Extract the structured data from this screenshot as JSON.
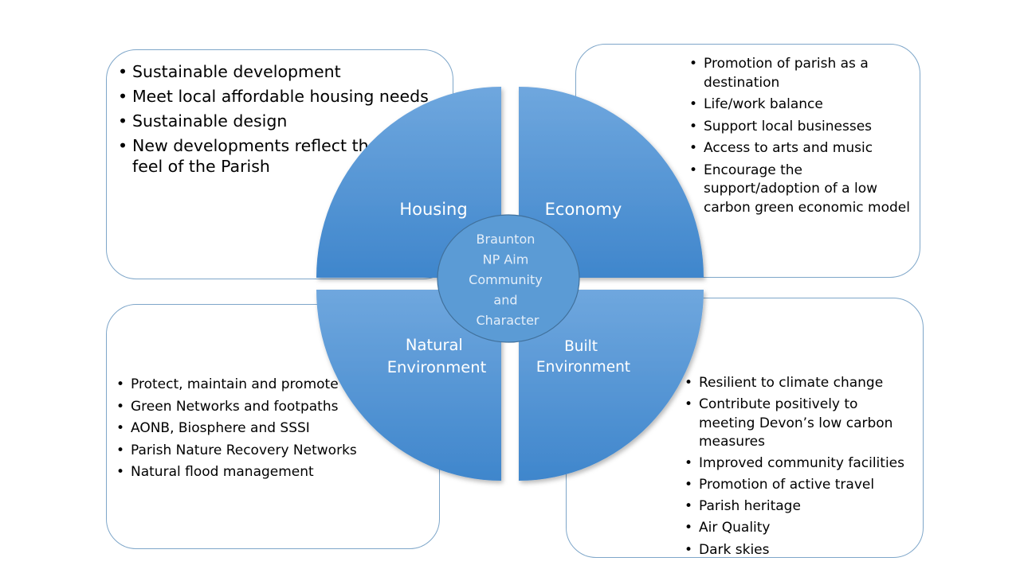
{
  "center": {
    "lines": [
      "Braunton",
      "NP Aim",
      "Community",
      "and",
      "Character"
    ]
  },
  "quadrants": {
    "housing": {
      "label_lines": [
        "Housing"
      ]
    },
    "economy": {
      "label_lines": [
        "Economy"
      ]
    },
    "natural": {
      "label_lines": [
        "Natural",
        "Environment"
      ]
    },
    "built": {
      "label_lines": [
        "Built",
        "Environment"
      ]
    }
  },
  "panels": {
    "housing": {
      "items": [
        "Sustainable development",
        "Meet local affordable housing needs",
        "Sustainable design",
        "New developments reflect the rural feel of the Parish"
      ]
    },
    "economy": {
      "items": [
        "Promotion of parish as a destination",
        "Life/work balance",
        "Support local businesses",
        "Access to arts and music",
        "Encourage the support/adoption of a low carbon green economic model"
      ]
    },
    "natural": {
      "items": [
        "Protect, maintain and promote biodiversity",
        "Green Networks and footpaths",
        "AONB, Biosphere and SSSI",
        "Parish Nature Recovery Networks",
        "Natural flood management"
      ]
    },
    "built": {
      "items": [
        "Resilient to climate change",
        "Contribute positively to meeting Devon’s low carbon measures",
        "Improved community facilities",
        "Promotion of active travel",
        "Parish heritage",
        "Air Quality",
        "Dark skies"
      ]
    }
  },
  "colors": {
    "quadrant_top": "#6fa7de",
    "quadrant_bottom": "#3f86cc",
    "center_fill": "#5b9bd5",
    "center_stroke": "#41719c",
    "panel_border": "#7ea6c9",
    "label_text": "#ffffff",
    "center_text": "#e4eef9"
  }
}
